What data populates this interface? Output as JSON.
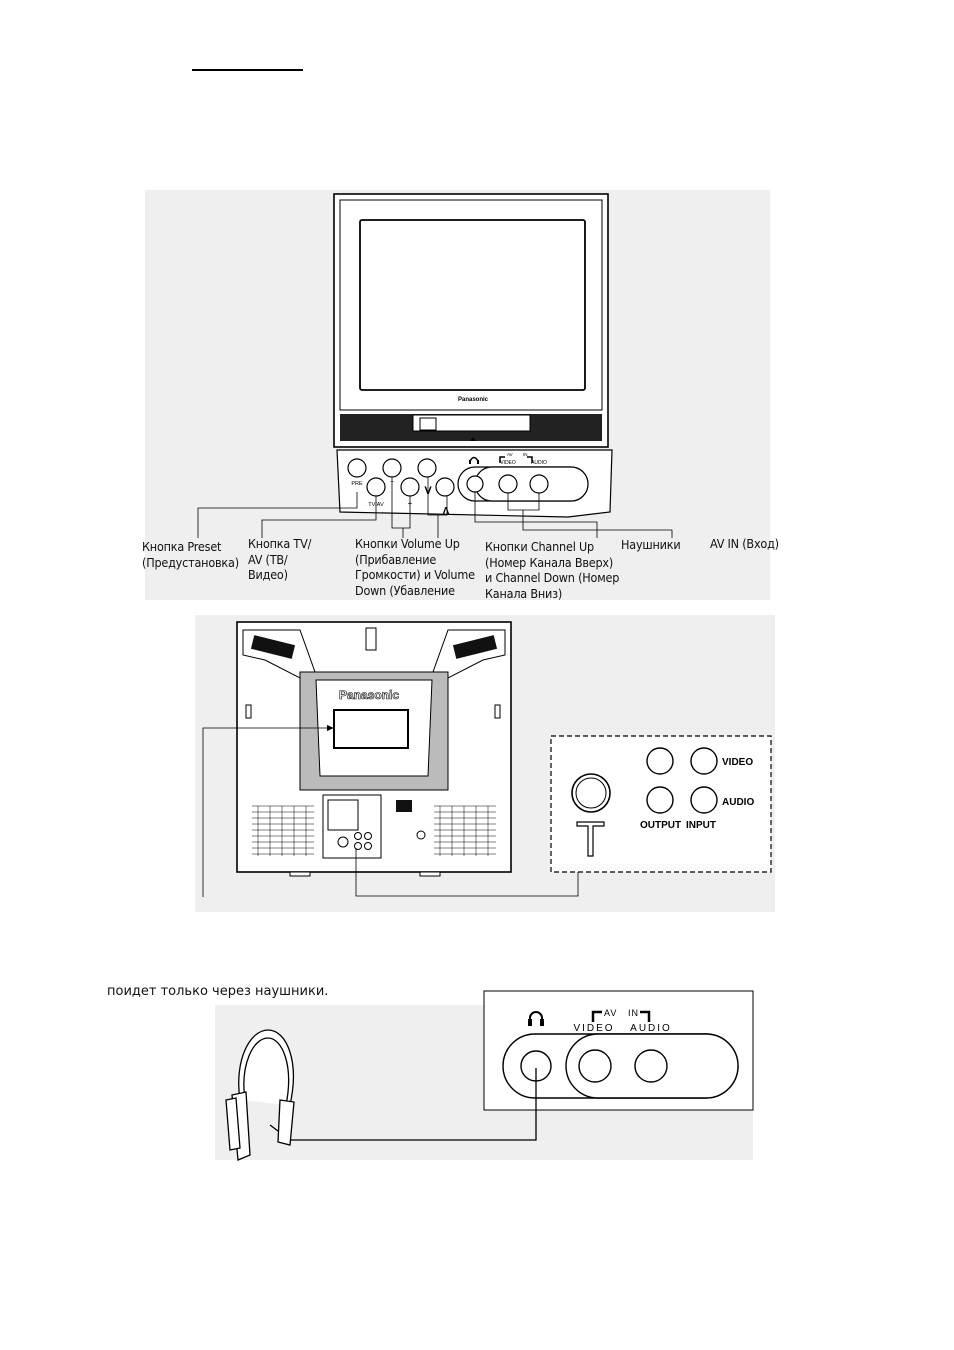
{
  "brand": "Panasonic",
  "front_panel": {
    "button_labels": {
      "pre": "PRE",
      "tvav": "TV/AV",
      "minus": "−",
      "plus": "+",
      "down": "V",
      "up": "Λ"
    },
    "jack_labels": {
      "av": "AV",
      "video": "VIDEO",
      "in": "IN",
      "audio": "AUDIO"
    }
  },
  "callouts": {
    "preset": "Кнопка Preset\n(Предустановка)",
    "tvav": "Кнопка TV/\nAV (ТВ/\nВидео)",
    "volume": "Кнопки Volume Up\n(Прибавление\nГромкости) и Volume\nDown (Убавление",
    "channel": "Кнопки Channel Up\n(Номер Канала Вверх)\nи Channel Down (Номер\nКанала Вниз)",
    "headphones": "Наушники",
    "avin": "AV IN (Вход)"
  },
  "rear_panel": {
    "inset_labels": {
      "video": "VIDEO",
      "audio": "AUDIO",
      "output": "OUTPUT",
      "input": "INPUT"
    }
  },
  "headphones_section": {
    "caption": "поидет только через наушники.",
    "jack_labels": {
      "av": "AV",
      "video": "VIDEO",
      "in": "IN",
      "audio": "AUDIO"
    }
  }
}
